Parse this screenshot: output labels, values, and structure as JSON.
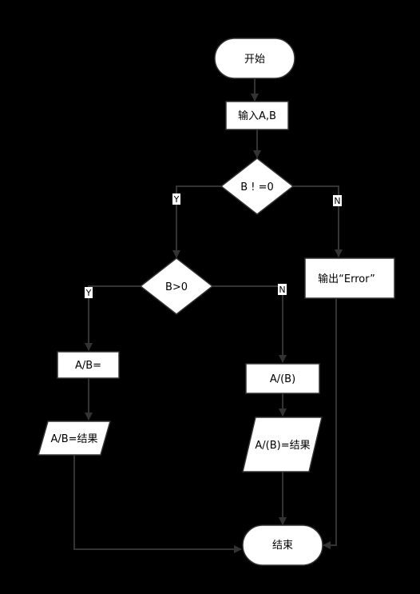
{
  "colors": {
    "background": "#000000",
    "node_fill": "#ffffff",
    "line": "#333333",
    "text": "#000000"
  },
  "nodes": {
    "start": "开始",
    "input": "输入A,B",
    "cond_b_nonzero": "B ! =0",
    "output_error": "输出“Error”",
    "cond_b_positive": "B>0",
    "compute_a_div_b": "A/B=",
    "compute_a_div_paren_b": "A/(B)",
    "result_a_div_b": "A/B=结果",
    "result_a_div_paren_b": "A/(B)=结果",
    "end": "结束"
  },
  "edge_labels": {
    "yes": "Y",
    "no": "N"
  }
}
